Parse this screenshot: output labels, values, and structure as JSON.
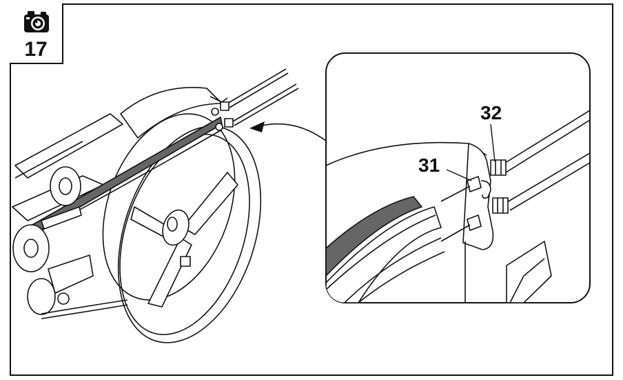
{
  "step": {
    "number": "17",
    "icon": "camera-icon"
  },
  "callouts": [
    {
      "id": "31",
      "label": "31"
    },
    {
      "id": "32",
      "label": "32"
    }
  ],
  "colors": {
    "line": "#111111",
    "belt": "#555555",
    "fill": "#ffffff"
  }
}
